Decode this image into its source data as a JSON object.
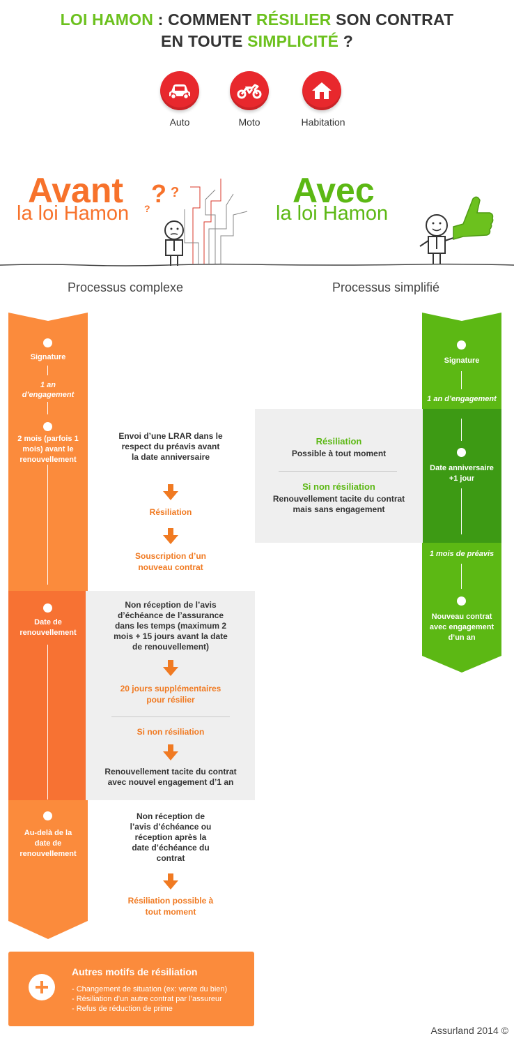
{
  "header": {
    "t1": "LOI HAMON",
    "t2": " : COMMENT ",
    "t3": "RÉSILIER",
    "t4": " SON CONTRAT",
    "t5": "EN TOUTE ",
    "t6": "SIMPLICITÉ",
    "t7": " ?"
  },
  "categories": [
    {
      "label": "Auto",
      "icon": "car-icon"
    },
    {
      "label": "Moto",
      "icon": "motorcycle-icon"
    },
    {
      "label": "Habitation",
      "icon": "house-icon"
    }
  ],
  "before": {
    "big": "Avant",
    "sub": "la loi Hamon",
    "process": "Processus complexe"
  },
  "after": {
    "big": "Avec",
    "sub": "la loi Hamon",
    "process": "Processus simplifié"
  },
  "left_timeline": {
    "signature": "Signature",
    "engagement": "1 an d’engagement",
    "two_months": "2 mois (parfois 1 mois) avant le renouvellement",
    "renewal_date": "Date de renouvellement",
    "beyond": "Au-delà de la date de renouvellement"
  },
  "left_content": {
    "b1_text": "Envoi d’une LRAR dans le respect du préavis avant la date anniversaire",
    "b1_res": "Résiliation",
    "b1_sub": "Souscription d’un nouveau contrat",
    "b2_text": "Non réception de l’avis d’échéance de l’assurance dans les temps (maximum 2 mois + 15 jours avant la date de renouvellement)",
    "b2_extra": "20 jours supplémentaires pour résilier",
    "b2_nonres": "Si non résiliation",
    "b2_renew": "Renouvellement tacite du contrat avec nouvel engagement d’1 an",
    "b3_text": "Non réception de l’avis d’échéance ou réception après la date d’échéance du contrat",
    "b3_res": "Résiliation possible à tout moment"
  },
  "right_timeline": {
    "signature": "Signature",
    "engagement": "1 an d’engagement",
    "anniversary": "Date anniversaire +1 jour",
    "notice": "1 mois de préavis",
    "new_contract": "Nouveau contrat avec engagement d’un an"
  },
  "right_content": {
    "res_title": "Résiliation",
    "res_text": "Possible à tout moment",
    "nonres_title": "Si non résiliation",
    "nonres_text": "Renouvellement tacite du contrat mais sans engagement"
  },
  "other": {
    "title": "Autres motifs de résiliation",
    "items": [
      "- Changement de situation (ex: vente du bien)",
      "- Résiliation d’un autre contrat par l’assureur",
      "- Refus de réduction de prime"
    ]
  },
  "footer": {
    "copyright": "Assurland 2014 ©"
  },
  "colors": {
    "orange": "#fb8b3c",
    "dark_orange": "#f77233",
    "green": "#5cb814",
    "dark_green": "#3d9a14",
    "red": "#e8282d",
    "grey_panel": "#efefef"
  }
}
